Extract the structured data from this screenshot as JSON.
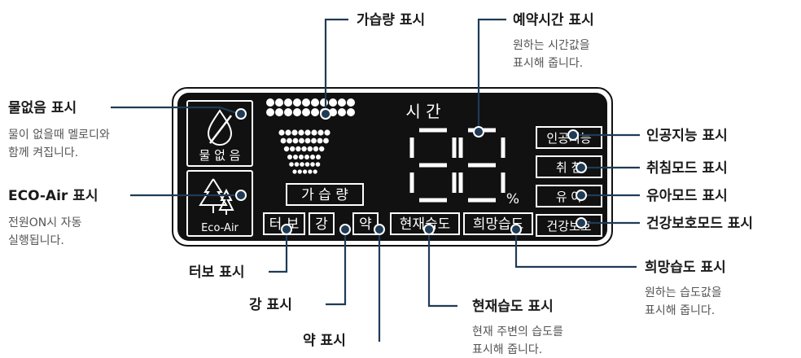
{
  "lcd": {
    "no_water": "물 없 음",
    "eco_air": "Eco-Air",
    "humidify": "가 습 량",
    "turbo": "터 보",
    "strong": "강",
    "weak": "약",
    "current_humidity": "현재습도",
    "target_humidity": "희망습도",
    "time": "시 간",
    "percent": "%",
    "ai": "인공지능",
    "sleep": "취 침",
    "baby": "유 아",
    "health": "건강보호",
    "digits": "88"
  },
  "callouts": {
    "no_water": {
      "title": "물없음 표시",
      "desc1": "물이 없을때 멜로디와",
      "desc2": "함께 켜집니다."
    },
    "eco_air": {
      "title": "ECO-Air 표시",
      "desc1": "전원ON시 자동",
      "desc2": "실행됩니다."
    },
    "turbo": {
      "title": "터보 표시"
    },
    "strong": {
      "title": "강 표시"
    },
    "weak": {
      "title": "약 표시"
    },
    "humidify": {
      "title": "가습량 표시"
    },
    "reservation": {
      "title": "예약시간 표시",
      "desc1": "원하는 시간값을",
      "desc2": "표시해 줍니다."
    },
    "current_humidity": {
      "title": "현재습도 표시",
      "desc1": "현재 주변의 습도를",
      "desc2": "표시해 줍니다."
    },
    "target_humidity": {
      "title": "희망습도 표시",
      "desc1": "원하는 습도값을",
      "desc2": "표시해 줍니다."
    },
    "ai": {
      "title": "인공지능 표시"
    },
    "sleep": {
      "title": "취침모드 표시"
    },
    "baby": {
      "title": "유아모드 표시"
    },
    "health": {
      "title": "건강보호모드 표시"
    }
  },
  "colors": {
    "accent": "#1f3b55",
    "panel": "#111111",
    "text": "#1a1a1a",
    "desc": "#555555"
  }
}
